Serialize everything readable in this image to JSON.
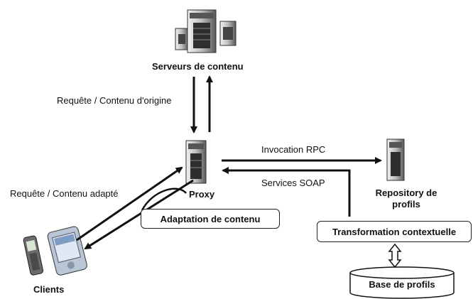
{
  "nodes": {
    "content_servers": "Serveurs de contenu",
    "proxy": "Proxy",
    "repository": "Repository de\nprofils",
    "clients": "Clients",
    "adaptation": "Adaptation de contenu",
    "transformation": "Transformation contextuelle",
    "profiles_db": "Base de profils"
  },
  "edges": {
    "servers_proxy": "Requête / Contenu d'origine",
    "clients_proxy": "Requête / Contenu adapté",
    "rpc": "Invocation RPC",
    "soap": "Services SOAP"
  },
  "icons": [
    "server-icon",
    "mobile-phone-icon",
    "pda-icon"
  ],
  "colors": {
    "line": "#111111",
    "server_dark": "#3a3a3a",
    "server_light": "#d9d9d9"
  }
}
